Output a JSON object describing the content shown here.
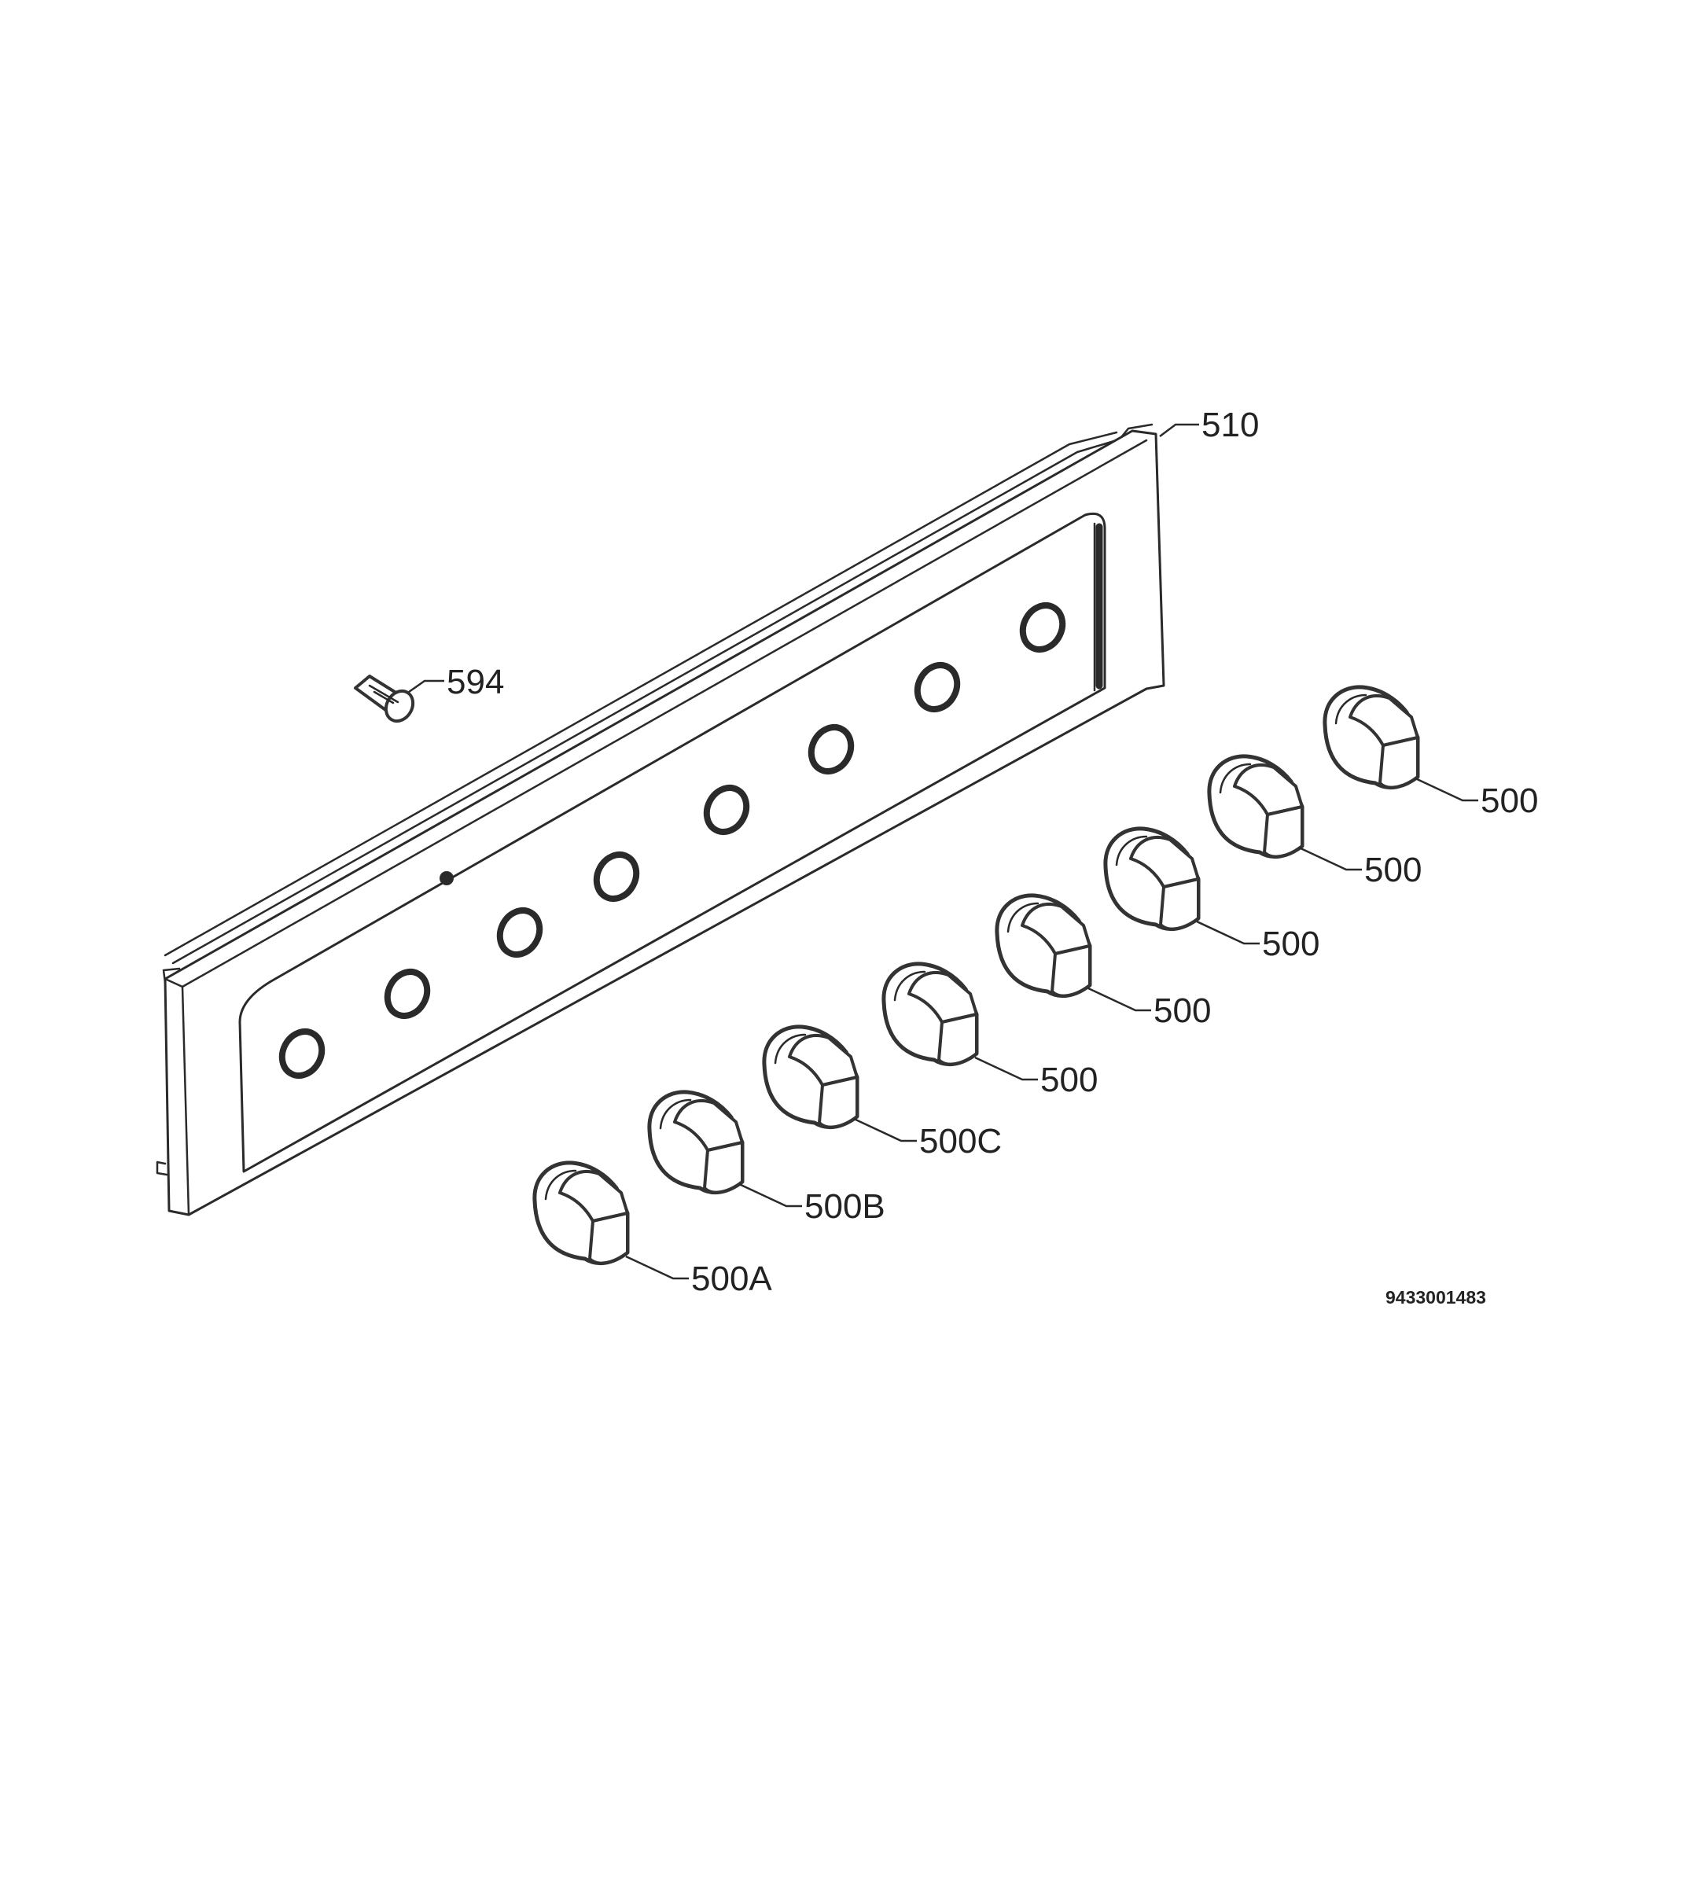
{
  "diagram": {
    "parts": {
      "panel": "510",
      "clip": "594",
      "knob_1": "500",
      "knob_2": "500",
      "knob_3": "500",
      "knob_4": "500",
      "knob_5": "500",
      "knob_6": "500C",
      "knob_7": "500B",
      "knob_8": "500A"
    },
    "drawing_number": "9433001483"
  }
}
